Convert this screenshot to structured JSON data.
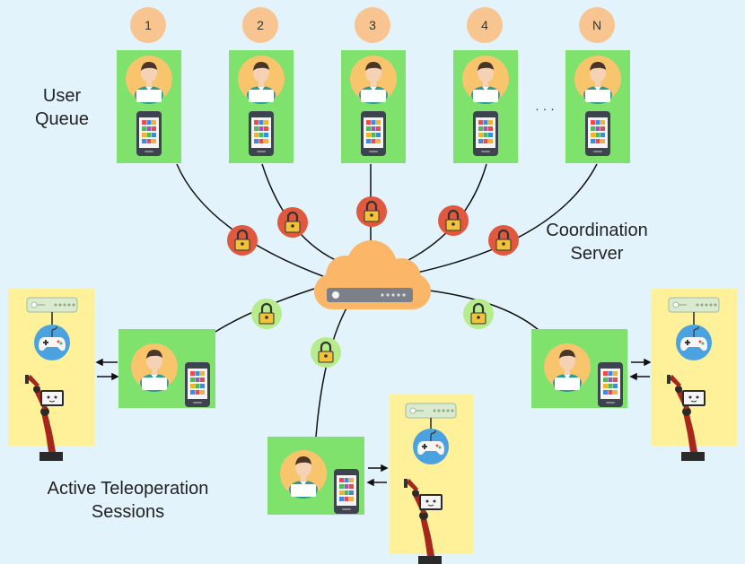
{
  "labels": {
    "user_queue": [
      "User",
      "Queue"
    ],
    "coordination_server": [
      "Coordination",
      "Server"
    ],
    "active_sessions": [
      "Active Teleoperation",
      "Sessions"
    ],
    "ellipsis": "· · ·"
  },
  "queue": [
    "1",
    "2",
    "3",
    "4",
    "N"
  ],
  "colors": {
    "background": "#e3f3fb",
    "user_panel": "#7ee26c",
    "robot_panel": "#fff19a",
    "queue_number": "#f8c48f",
    "lock_pending": "#e0593e",
    "lock_active": "#b6ed8a",
    "cloud": "#fbb767",
    "robot_arm": "#a6281c"
  },
  "icons": [
    "user-icon",
    "phone-icon",
    "lock-icon",
    "cloud-server-icon",
    "router-icon",
    "gamepad-icon",
    "robot-arm-icon"
  ]
}
